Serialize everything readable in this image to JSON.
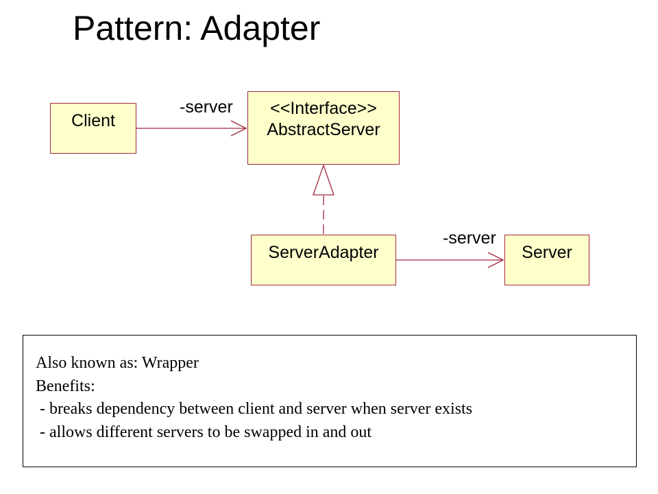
{
  "title": "Pattern: Adapter",
  "diagram": {
    "boxes": {
      "client": {
        "label": "Client"
      },
      "abstract_server": {
        "stereotype": "<<Interface>>",
        "label": "AbstractServer"
      },
      "server_adapter": {
        "label": "ServerAdapter"
      },
      "server": {
        "label": "Server"
      }
    },
    "associations": [
      {
        "from": "Client",
        "to": "AbstractServer",
        "label": "-server"
      },
      {
        "from": "ServerAdapter",
        "to": "Server",
        "label": "-server"
      }
    ],
    "realization": {
      "from": "ServerAdapter",
      "to": "AbstractServer"
    },
    "colors": {
      "box_fill": "#ffffcc",
      "box_border": "#a0283c",
      "line": "#a0283c"
    }
  },
  "notes": {
    "line1": "Also known as: Wrapper",
    "line2": "Benefits:",
    "line3": " - breaks dependency between client and server when server exists",
    "line4": " - allows different servers to be swapped in and out"
  }
}
